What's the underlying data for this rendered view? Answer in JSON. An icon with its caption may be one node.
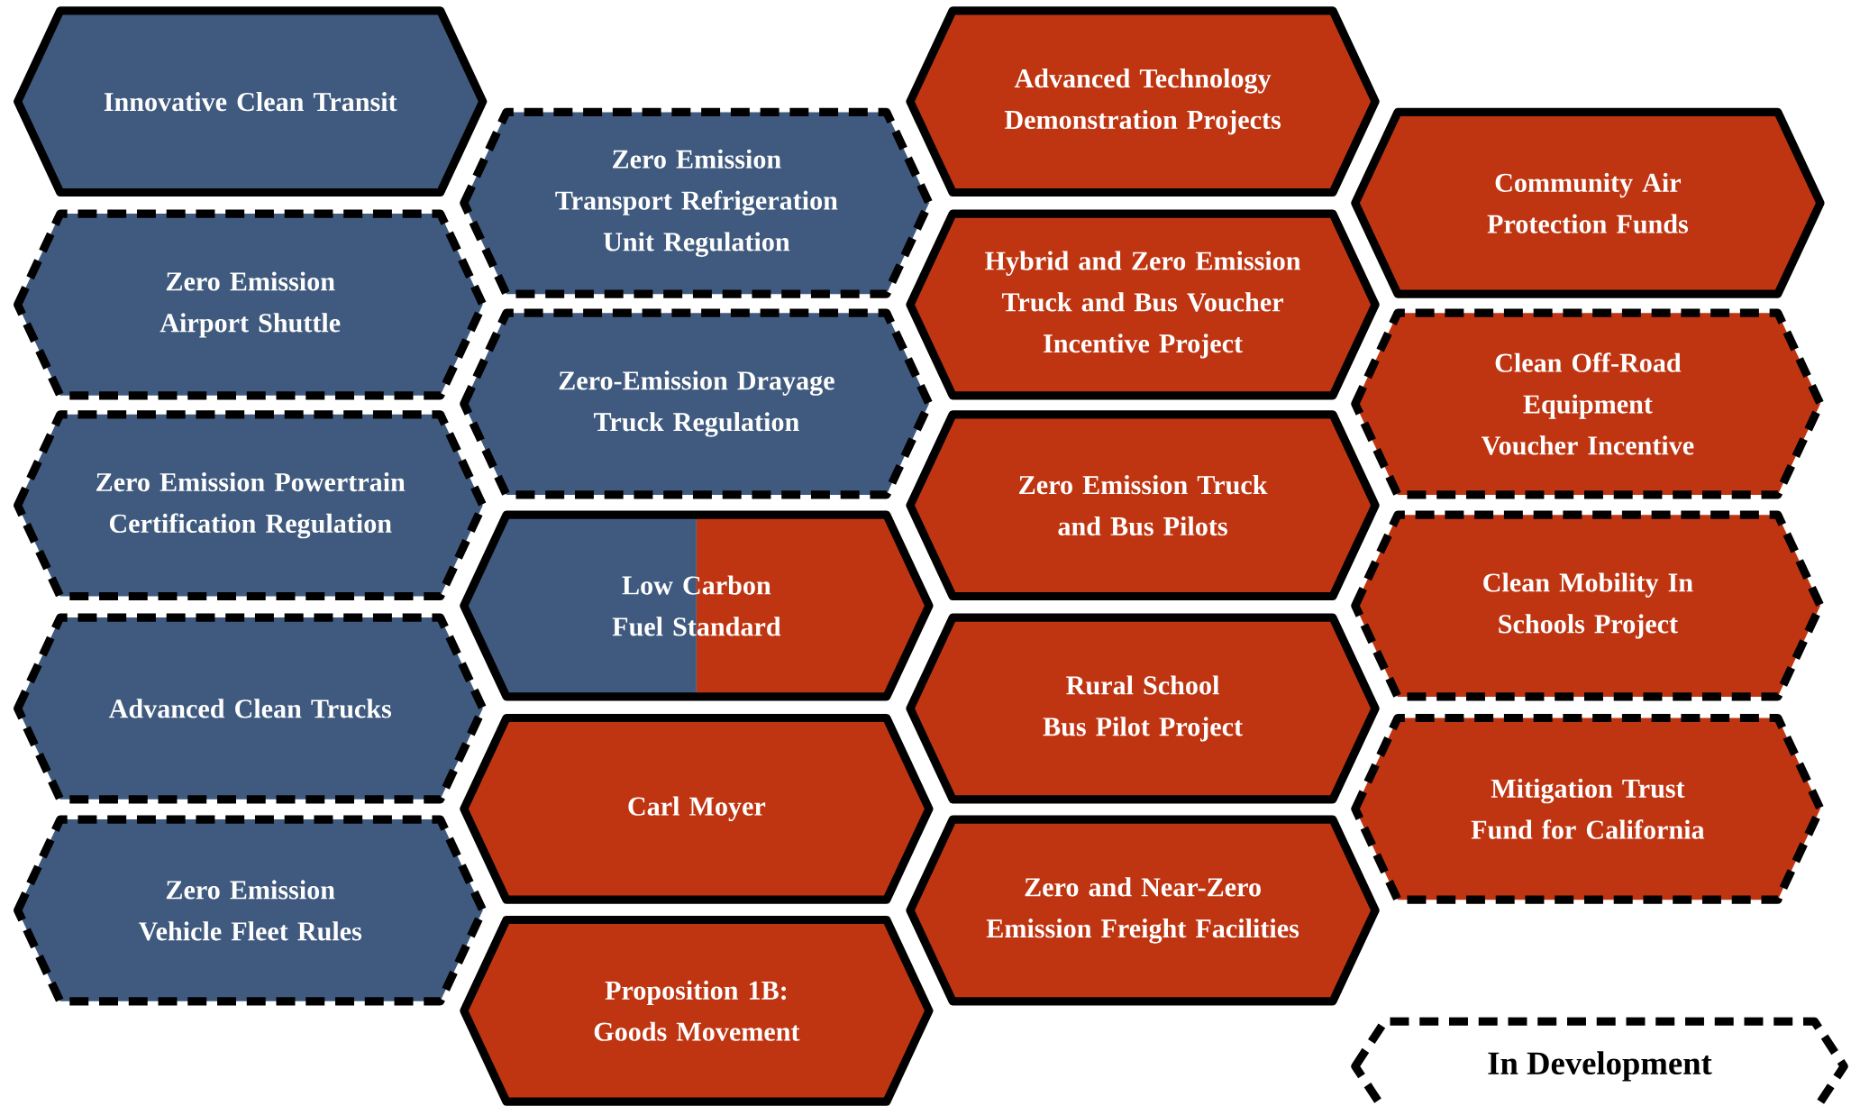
{
  "diagram": {
    "nodes": [
      {
        "text": [
          "Innovative Clean Transit"
        ]
      },
      {
        "text": [
          "Zero Emission Airport Shuttle"
        ]
      },
      {
        "text": [
          "Zero Emission Powertrain Certification Regulation"
        ]
      },
      {
        "text": [
          "Advanced Clean Trucks"
        ]
      },
      {
        "text": [
          "Zero Emission Vehicle Fleet Rules"
        ]
      },
      {
        "text": [
          "Zero Emission Transport Refrigeration Unit Regulation"
        ]
      },
      {
        "text": [
          "Zero-Emission Drayage Truck Regulation"
        ]
      },
      {
        "text": [
          "Low Carbon Fuel Standard"
        ]
      },
      {
        "text": [
          "Carl Moyer"
        ]
      },
      {
        "text": [
          "Proposition 1B: Goods Movement"
        ]
      },
      {
        "text": [
          "Advanced Technology Demonstration Projects"
        ]
      },
      {
        "text": [
          "Hybrid and Zero Emission Truck and Bus Voucher Incentive Project"
        ]
      },
      {
        "text": [
          "Zero Emission Truck and Bus Pilots"
        ]
      },
      {
        "text": [
          "Rural School Bus Pilot Project"
        ]
      },
      {
        "text": [
          "Zero and Near-Zero Emission Freight Facilities"
        ]
      },
      {
        "text": [
          "Community Air Protection Funds"
        ]
      },
      {
        "text": [
          "Clean Off-Road Equipment Voucher Incentive"
        ]
      },
      {
        "text": [
          "Clean Mobility In Schools Project"
        ]
      },
      {
        "text": [
          "Mitigation Trust Fund for California"
        ]
      }
    ],
    "legend": [
      {
        "text": "In Development"
      }
    ]
  }
}
